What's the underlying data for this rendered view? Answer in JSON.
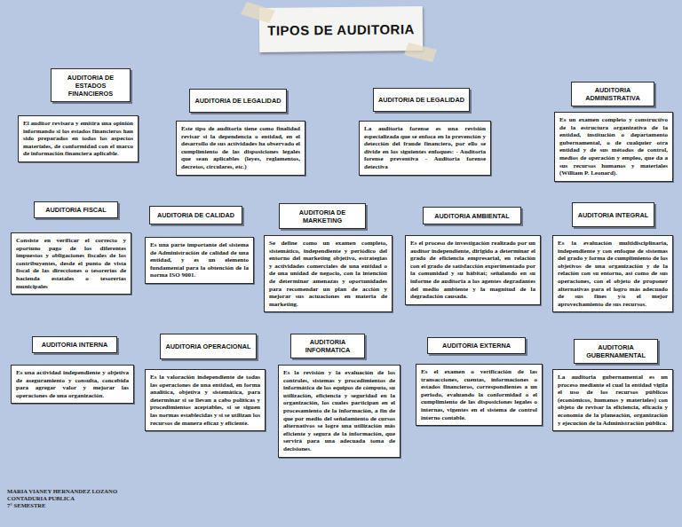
{
  "diagram": {
    "title": "TIPOS DE AUDITORIA",
    "nodes": [
      {
        "text": [
          "AUDITORIA DE ESTADOS FINANCIEROS"
        ]
      },
      {
        "text": [
          "El auditor revisara y emitira una opinión informando si los estados financieros han sido preparados en todos los aspectos materiales, de conformidad con el marco de información financiera aplicable."
        ]
      },
      {
        "text": [
          "AUDITORIA DE LEGALIDAD"
        ]
      },
      {
        "text": [
          "Este tipo de auditoria tiene como finalidad revisar si la dependencia o entidad, en el desarrollo de sus actividades ha observado el cumplimiento de las disposiciones legales que sean aplicables (leyes, reglamentos, decretos, circulares, etc.)"
        ]
      },
      {
        "text": [
          "AUDITORIA DE LEGALIDAD"
        ]
      },
      {
        "text": [
          "La auditoria forense es una revisión especializada que se enfoca en la prevención y detección del fraude financiero, por ello se divide en los siguientes enfoques: - Auditoria forense preventiva - Auditoria forense detectiva"
        ]
      },
      {
        "text": [
          "AUDITORIA ADMINISTRATIVA"
        ]
      },
      {
        "text": [
          "Es un examen completo y constructivo de la estructura organizativa de la entidad, institución o departamento gubernamental, o de cualquier otra entidad y de sus métodos de control, medios de operación y empleo, que da a sus recursos humanos y materiales (William P. Leonard)."
        ]
      },
      {
        "text": [
          "AUDITORIA FISCAL"
        ]
      },
      {
        "text": [
          "Consiste en verificar el correcto y oportuno pago de los diferentes impuestos y obligaciones fiscales de los contribuyentes, desde el punto de vista fiscal de las direcciones o tesorerías de hacienda estatales o tesorerías municipales"
        ]
      },
      {
        "text": [
          "AUDITORIA DE CALIDAD"
        ]
      },
      {
        "text": [
          "Es una parte importante del sistema de Administración de calidad de una entidad, y es un elemento fundamental para la obtención de la norma ISO 9001."
        ]
      },
      {
        "text": [
          "AUDITORIA DE MARKETING"
        ]
      },
      {
        "text": [
          "Se define como un examen completo, sistemático, independiente y periódico del entorno del marketing objetivo, estrategias y actividades comerciales de una entidad o de una unidad de negocio, con la intención de determinar amenazas y oportunidades para recomendar un plan de acción y mejorar sus actuaciones en materia de marketing."
        ]
      },
      {
        "text": [
          "AUDITORIA AMBIENTAL"
        ]
      },
      {
        "text": [
          "Es el proceso de investigación realizado por un auditor independiente, dirigido a determinar el grado de eficiencia empresarial, en relación con el grado de satisfacción experimentado por la comunidad y su hábitat; señalando en su informe de auditoria a los agentes degradantes del medio ambiente y la magnitud de la degradación causada."
        ]
      },
      {
        "text": [
          "AUDITORIA INTEGRAL"
        ]
      },
      {
        "text": [
          "Es la evaluación multidisciplinaria, independiente y con enfoque de sistemas del grado y forma de cumplimiento de los objetivos de una organización y de la relación con su entorno, así como de sus operaciones, con el objeto de proponer alternativas para el logro más adecuado de sus fines y/o el mejor aprovechamiento de sus recursos."
        ]
      },
      {
        "text": [
          "AUDITORIA INTERNA"
        ]
      },
      {
        "text": [
          "Es una actividad independiente y objetiva de aseguramiento y consulta, concebida para agregar valor y mejorar las operaciones de una organización."
        ]
      },
      {
        "text": [
          "AUDITORIA OPERACIONAL"
        ]
      },
      {
        "text": [
          "Es la valoración independiente de todas las operaciones de una entidad, en forma analítica, objetiva y sistemática, para determinar si se llevan a cabo políticas y procedimientos aceptables, si se siguen las normas establecidas y si se utilizan los recursos de manera eficaz y eficiente."
        ]
      },
      {
        "text": [
          "AUDITORIA INFORMATICA"
        ]
      },
      {
        "text": [
          "Es la revisión y la evaluación de los controles, sistemas y procedimientos de informática de los equipos de cómputo, su utilización, eficiencia y seguridad en la organización, los cuales participan en el procesamiento de la información, a fin de que por medio del señalamiento de cursos alternativos se logre una utilización más eficiente y segura de la información, que servirá para una adecuada toma de decisiones."
        ]
      },
      {
        "text": [
          "AUDITORIA EXTERNA"
        ]
      },
      {
        "text": [
          "Es el examen o verificación de las transacciones, cuentas, informaciones o estados financieros, correspondientes a un periodo, evaluando la conformidad o el cumplimiento de las disposiciones legales o internas, vigentes en el sistema de control interno contable."
        ]
      },
      {
        "text": [
          "AUDITORIA GUBERNAMENTAL"
        ]
      },
      {
        "text": [
          "La auditoria gubernamental es un proceso mediante el cual la entidad vigila el uso de los recursos públicos (económicos, humanos y materiales) con objeto de revisar la eficiencia, eficacia y economía de la planeación, organización y ejecución de la Administración pública."
        ]
      }
    ],
    "labels": [
      "MARIA VIANEY HERNANDEZ LOZANO",
      "CONTADURIA PUBLICA",
      "7° SEMESTRE"
    ]
  }
}
